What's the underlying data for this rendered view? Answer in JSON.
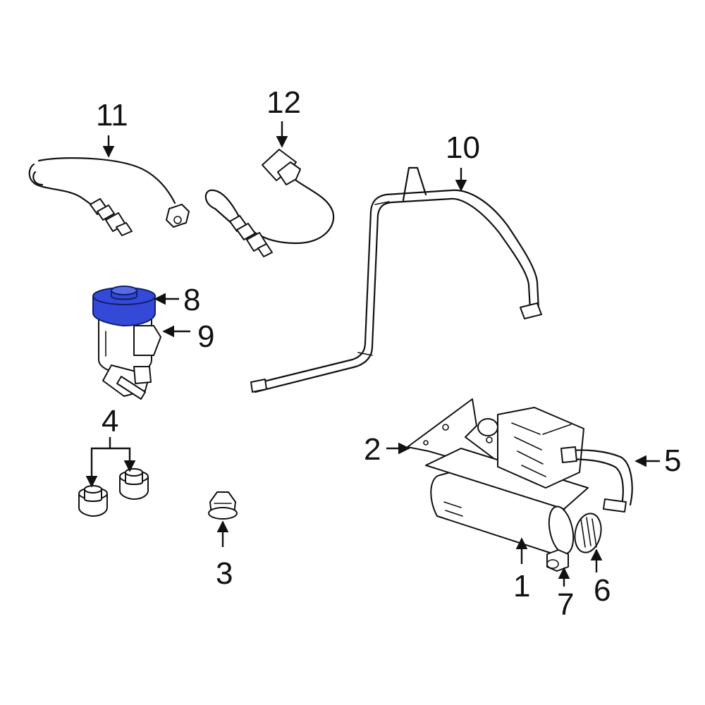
{
  "colors": {
    "highlight_fill": "#3549d8",
    "highlight_stroke": "#10206a",
    "line": "#111111",
    "background": "#ffffff"
  },
  "callouts": {
    "c1": "1",
    "c2": "2",
    "c3": "3",
    "c4": "4",
    "c5": "5",
    "c6": "6",
    "c7": "7",
    "c8": "8",
    "c9": "9",
    "c10": "10",
    "c11": "11",
    "c12": "12"
  },
  "highlighted_part": "8"
}
